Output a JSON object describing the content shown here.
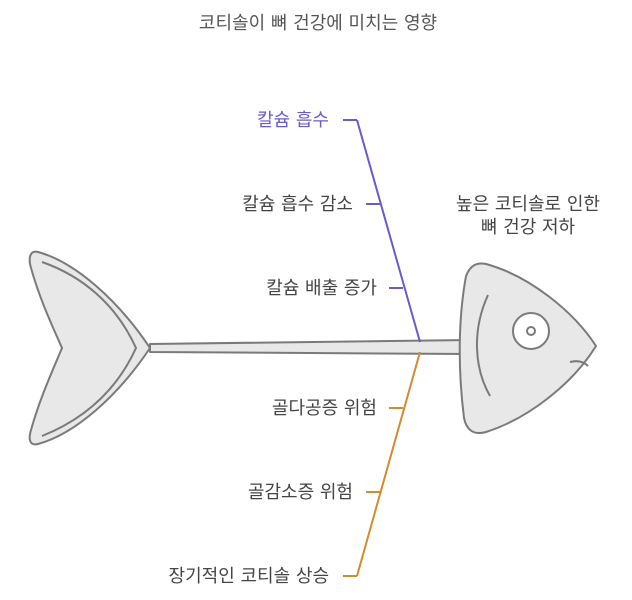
{
  "title": "코티솔이 뼈 건강에 미치는 영향",
  "effect": {
    "line1": "높은 코티솔로 인한",
    "line2": "뼈 건강 저하"
  },
  "upper_branch": {
    "color": "#6a5acd",
    "head_label": "칼슘 흡수",
    "causes": [
      "칼슘 흡수 감소",
      "칼슘 배출 증가"
    ]
  },
  "lower_branch": {
    "color": "#d48a2e",
    "head_label": "장기적인 코티솔 상승",
    "causes": [
      "골다공증 위험",
      "골감소증 위험"
    ]
  },
  "colors": {
    "fish_fill": "#e8e8e8",
    "fish_stroke": "#7a7a7a",
    "text": "#444444"
  }
}
